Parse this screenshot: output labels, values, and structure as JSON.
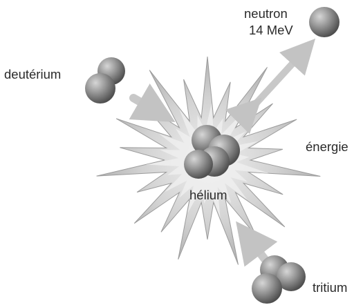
{
  "diagram": {
    "labels": {
      "neutron_line1": "neutron",
      "neutron_line2": "14 MeV",
      "deuterium": "deutérium",
      "energy": "énergie",
      "helium": "hélium",
      "tritium": "tritium"
    },
    "colors": {
      "starburst": "#bdbdbd",
      "starburst_inner": "#e6e6e6",
      "particle": "#8a8a8a",
      "particle_highlight": "#cfcfcf",
      "particle_shadow": "#555555",
      "arrow": "#c8c8c8",
      "text": "#2a2a2a"
    }
  }
}
